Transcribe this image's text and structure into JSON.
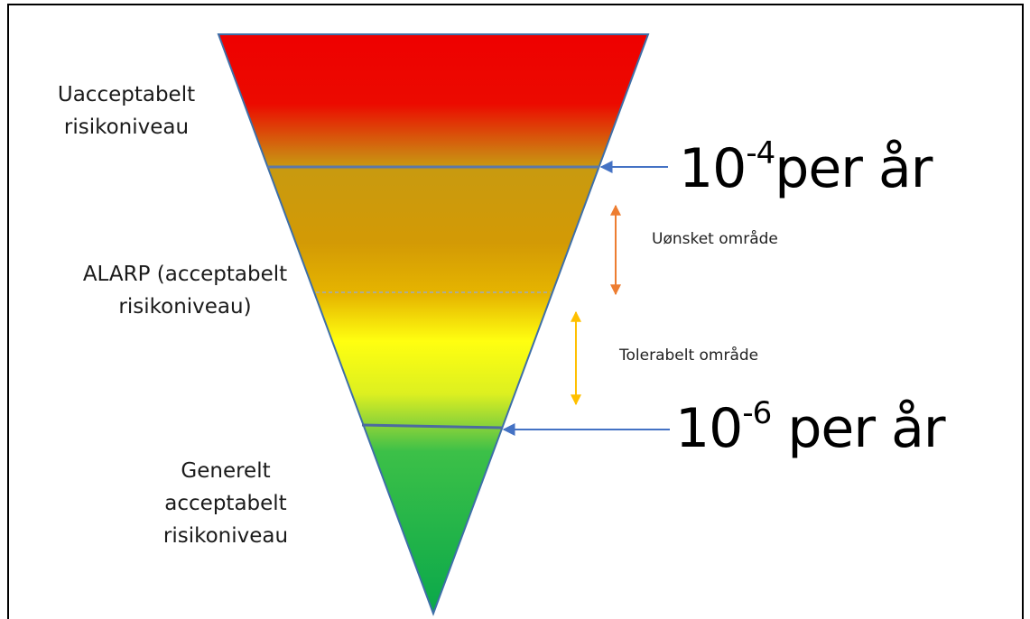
{
  "zones": {
    "top": {
      "line1": "Uacceptabelt",
      "line2": "risikoniveau"
    },
    "middle": {
      "line1": "ALARP (acceptabelt",
      "line2": "risikoniveau)"
    },
    "bottom": {
      "line1": "Generelt",
      "line2": "acceptabelt",
      "line3": "risikoniveau"
    }
  },
  "ranges": {
    "upper": "Uønsket område",
    "lower": "Tolerabelt område"
  },
  "thresholds": {
    "upper": {
      "base": "10",
      "exponent": "-4",
      "unit": "per år"
    },
    "lower": {
      "base": "10",
      "exponent": "-6",
      "unit": "per år"
    }
  },
  "colors": {
    "red": "#ee0000",
    "amber": "#c89a10",
    "orange": "#dca200",
    "yellow": "#ffff10",
    "green": "#14b04a",
    "outline": "#3e6fa8",
    "arrow_blue": "#4472c4",
    "arrow_orange": "#ed7d31",
    "arrow_yellow": "#ffc000"
  }
}
